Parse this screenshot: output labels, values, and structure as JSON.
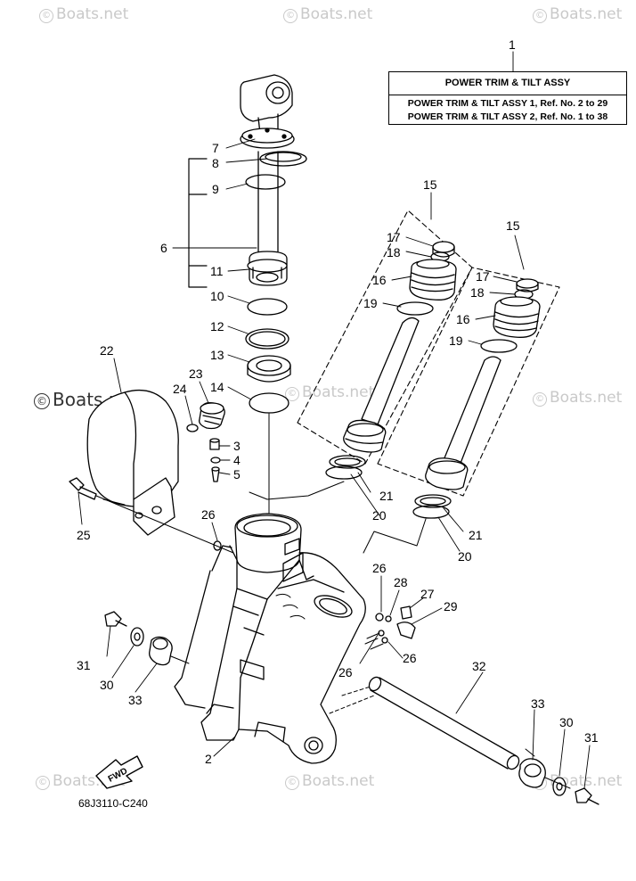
{
  "watermark": "Boats.net",
  "copyright_symbol": "©",
  "parts_box": {
    "title": "POWER TRIM  & TILT ASSY",
    "row1": "POWER TRIM & TILT ASSY 1,  Ref. No. 2 to 29",
    "row2": "POWER TRIM & TILT ASSY 2,  Ref. No. 1 to 38"
  },
  "diagram_code": "68J3110-C240",
  "fwd_marker": "FWD",
  "callouts": {
    "c1": "1",
    "c2": "2",
    "c3": "3",
    "c4": "4",
    "c5": "5",
    "c6": "6",
    "c7": "7",
    "c8": "8",
    "c9": "9",
    "c10": "10",
    "c11": "11",
    "c12": "12",
    "c13": "13",
    "c14": "14",
    "c15a": "15",
    "c15b": "15",
    "c16a": "16",
    "c16b": "16",
    "c17a": "17",
    "c17b": "17",
    "c18a": "18",
    "c18b": "18",
    "c19a": "19",
    "c19b": "19",
    "c20a": "20",
    "c20b": "20",
    "c21a": "21",
    "c21b": "21",
    "c22": "22",
    "c23": "23",
    "c24": "24",
    "c25": "25",
    "c26a": "26",
    "c26b": "26",
    "c26c": "26",
    "c26d": "26",
    "c27": "27",
    "c28": "28",
    "c29": "29",
    "c30a": "30",
    "c30b": "30",
    "c31a": "31",
    "c31b": "31",
    "c32": "32",
    "c33a": "33",
    "c33b": "33"
  }
}
